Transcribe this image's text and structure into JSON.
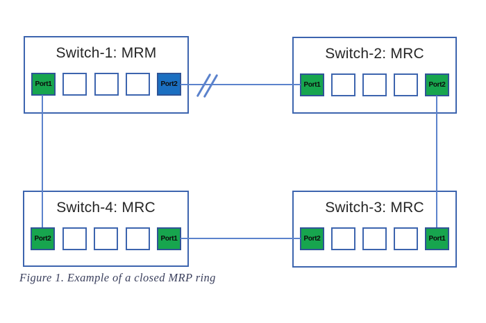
{
  "figure": {
    "caption": "Figure 1. Example of a closed MRP ring"
  },
  "switches": [
    {
      "id": "switch-1",
      "title": "Switch-1: MRM",
      "ports": [
        {
          "label": "Port1",
          "state": "green"
        },
        {
          "label": "",
          "state": "empty"
        },
        {
          "label": "",
          "state": "empty"
        },
        {
          "label": "",
          "state": "empty"
        },
        {
          "label": "Port2",
          "state": "blue"
        }
      ]
    },
    {
      "id": "switch-2",
      "title": "Switch-2: MRC",
      "ports": [
        {
          "label": "Port1",
          "state": "green"
        },
        {
          "label": "",
          "state": "empty"
        },
        {
          "label": "",
          "state": "empty"
        },
        {
          "label": "",
          "state": "empty"
        },
        {
          "label": "Port2",
          "state": "green"
        }
      ]
    },
    {
      "id": "switch-3",
      "title": "Switch-3: MRC",
      "ports": [
        {
          "label": "Port2",
          "state": "green"
        },
        {
          "label": "",
          "state": "empty"
        },
        {
          "label": "",
          "state": "empty"
        },
        {
          "label": "",
          "state": "empty"
        },
        {
          "label": "Port1",
          "state": "green"
        }
      ]
    },
    {
      "id": "switch-4",
      "title": "Switch-4: MRC",
      "ports": [
        {
          "label": "Port2",
          "state": "green"
        },
        {
          "label": "",
          "state": "empty"
        },
        {
          "label": "",
          "state": "empty"
        },
        {
          "label": "",
          "state": "empty"
        },
        {
          "label": "Port1",
          "state": "green"
        }
      ]
    }
  ],
  "links": [
    {
      "from": "Switch-1 Port1",
      "to": "Switch-4 Port2",
      "break_mark": false
    },
    {
      "from": "Switch-1 Port2",
      "to": "Switch-2 Port1",
      "break_mark": true
    },
    {
      "from": "Switch-2 Port2",
      "to": "Switch-3 Port1",
      "break_mark": false
    },
    {
      "from": "Switch-4 Port1",
      "to": "Switch-3 Port2",
      "break_mark": false
    }
  ],
  "colors": {
    "background": "#FFFFFF",
    "box_border": "#3C64AE",
    "line": "#5B82CC",
    "port_border": "#2F5496",
    "port_green": "#17A54E",
    "port_blue": "#1B6FC1",
    "title_text": "#262626",
    "port_text": "#0B0B0B",
    "caption_text": "#3A3F5C"
  }
}
